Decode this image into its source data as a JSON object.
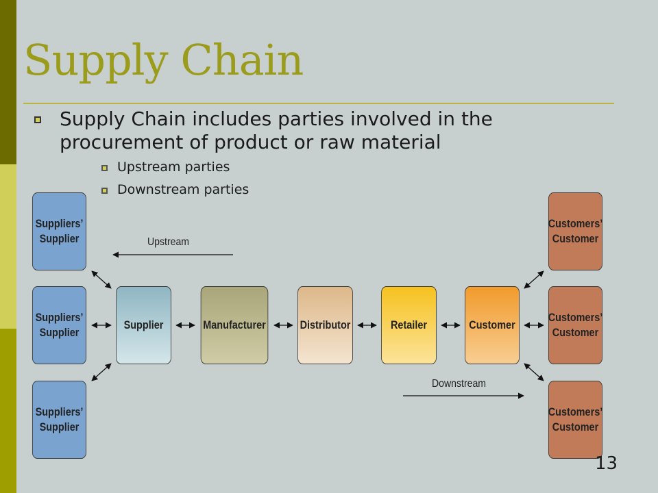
{
  "title": "Supply Chain",
  "bullets": {
    "main": "Supply Chain includes parties involved in the procurement of product or raw material",
    "sub": [
      "Upstream parties",
      "Downstream parties"
    ]
  },
  "diagram": {
    "suppliers_supplier": "Suppliers’ Supplier",
    "customers_customer": "Customers’ Customer",
    "chain": [
      "Supplier",
      "Manufacturer",
      "Distributor",
      "Retailer",
      "Customer"
    ],
    "upstream_label": "Upstream",
    "downstream_label": "Downstream"
  },
  "page_number": "13",
  "colors": {
    "title": "#9c9c1c",
    "suppliers_supplier_box": "#7aa3cf",
    "customers_customer_box": "#c27b59",
    "supplier_box": "#a9c7d2",
    "manufacturer_box": "#b7b38a",
    "distributor_box": "#e6cba6",
    "retailer_box": "#f7cc3e",
    "customer_box": "#f2a94c"
  }
}
